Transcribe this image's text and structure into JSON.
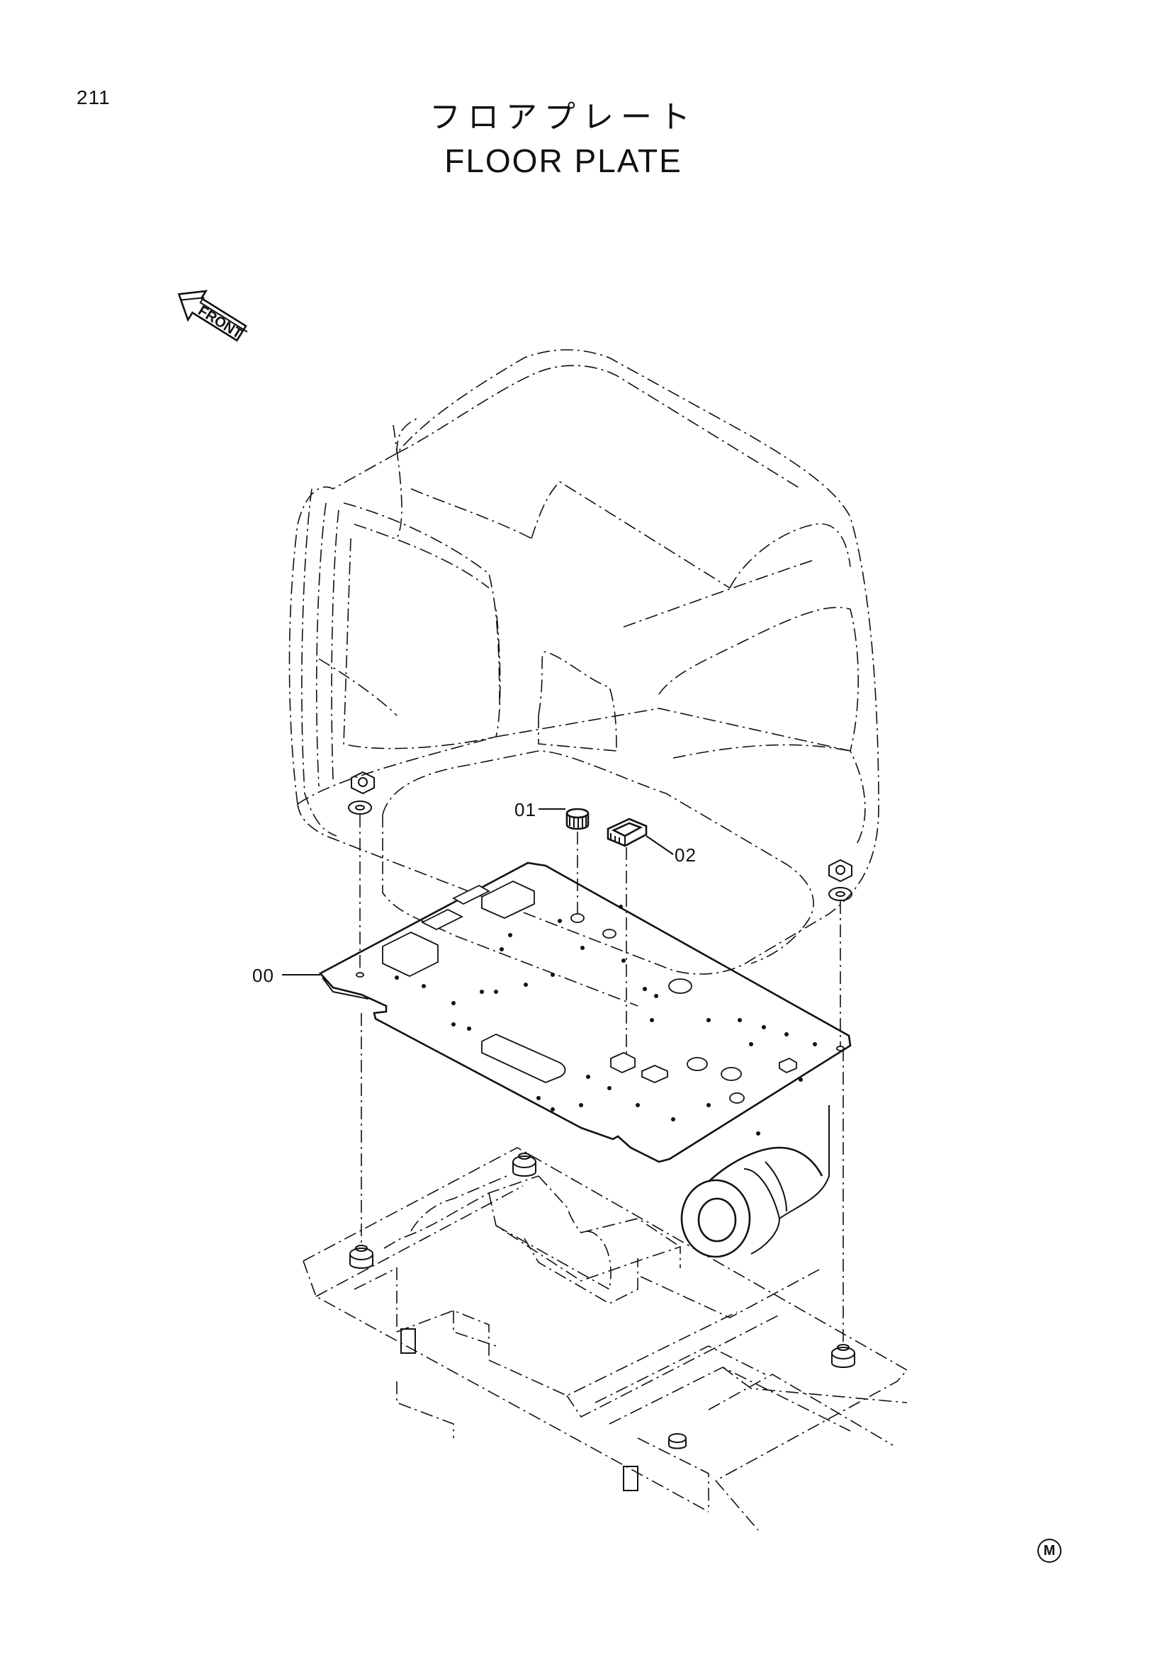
{
  "page": {
    "number": "211",
    "title_jp": "フロアプレート",
    "title_en": "FLOOR PLATE",
    "front_label": "FRONT",
    "corner_mark": "M"
  },
  "callouts": [
    {
      "id": "part-00",
      "label": "00"
    },
    {
      "id": "part-01",
      "label": "01"
    },
    {
      "id": "part-02",
      "label": "02"
    }
  ],
  "icons": {
    "front_arrow": "front-arrow-icon",
    "corner_mark": "circled-m-icon"
  }
}
